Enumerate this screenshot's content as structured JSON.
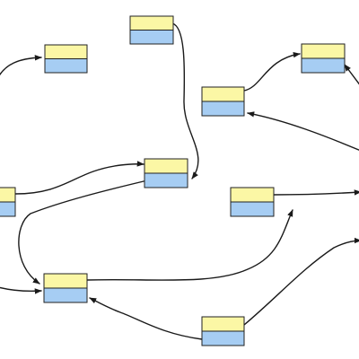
{
  "colors": {
    "background": "#ffffff",
    "node_top": "#fbf7a5",
    "node_bottom": "#a6cdf3",
    "node_border": "#222222",
    "edge": "#1a1a1a"
  },
  "nodes": [
    {
      "id": "node-top-center",
      "fields": [
        "",
        ""
      ]
    },
    {
      "id": "node-upper-left",
      "fields": [
        "",
        ""
      ]
    },
    {
      "id": "node-upper-right",
      "fields": [
        "",
        ""
      ]
    },
    {
      "id": "node-right-upper-middle",
      "fields": [
        "",
        ""
      ]
    },
    {
      "id": "node-center",
      "fields": [
        "",
        ""
      ]
    },
    {
      "id": "node-left-edge",
      "fields": [
        "",
        ""
      ]
    },
    {
      "id": "node-right-middle",
      "fields": [
        "",
        ""
      ]
    },
    {
      "id": "node-lower-left",
      "fields": [
        "",
        ""
      ]
    },
    {
      "id": "node-bottom-center",
      "fields": [
        "",
        ""
      ]
    }
  ],
  "edges": [
    {
      "id": "edge-offscreen-left-to-upper-left",
      "from": "offscreen-left",
      "to": "node-upper-left"
    },
    {
      "id": "edge-top-center-to-center",
      "from": "node-top-center",
      "to": "node-center"
    },
    {
      "id": "edge-right-upper-middle-to-upper-right",
      "from": "node-right-upper-middle",
      "to": "node-upper-right"
    },
    {
      "id": "edge-offscreen-right-to-upper-right",
      "from": "offscreen-right",
      "to": "node-upper-right"
    },
    {
      "id": "edge-offscreen-right-to-right-upper-middle",
      "from": "offscreen-right",
      "to": "node-right-upper-middle"
    },
    {
      "id": "edge-left-edge-to-center",
      "from": "node-left-edge",
      "to": "node-center"
    },
    {
      "id": "edge-center-to-lower-left",
      "from": "node-center",
      "to": "node-lower-left"
    },
    {
      "id": "edge-offscreen-left-to-lower-left",
      "from": "offscreen-left",
      "to": "node-lower-left"
    },
    {
      "id": "edge-lower-left-to-right-middle",
      "from": "node-lower-left",
      "to": "node-right-middle"
    },
    {
      "id": "edge-right-middle-to-offscreen-right",
      "from": "node-right-middle",
      "to": "offscreen-right"
    },
    {
      "id": "edge-bottom-center-to-lower-left",
      "from": "node-bottom-center",
      "to": "node-lower-left"
    },
    {
      "id": "edge-bottom-center-to-offscreen-right",
      "from": "node-bottom-center",
      "to": "offscreen-right"
    }
  ]
}
